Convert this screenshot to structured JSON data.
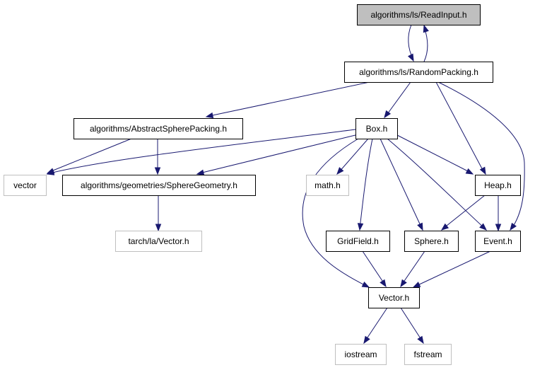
{
  "colors": {
    "edge": "#191970",
    "root_fill": "#bfbfbf",
    "node_border": "#000000",
    "external_border": "#bfbfbf",
    "node_fill": "#ffffff",
    "label": "#000000"
  },
  "nodes": [
    {
      "id": "readinput",
      "label": "algorithms/ls/ReadInput.h",
      "kind": "root"
    },
    {
      "id": "randompacking",
      "label": "algorithms/ls/RandomPacking.h",
      "kind": "internal"
    },
    {
      "id": "abstractspherepacking",
      "label": "algorithms/AbstractSpherePacking.h",
      "kind": "internal"
    },
    {
      "id": "box",
      "label": "Box.h",
      "kind": "internal"
    },
    {
      "id": "vector_std",
      "label": "vector",
      "kind": "external"
    },
    {
      "id": "spheregeometry",
      "label": "algorithms/geometries/SphereGeometry.h",
      "kind": "internal"
    },
    {
      "id": "math",
      "label": "math.h",
      "kind": "external"
    },
    {
      "id": "heap",
      "label": "Heap.h",
      "kind": "internal"
    },
    {
      "id": "tarch_vector",
      "label": "tarch/la/Vector.h",
      "kind": "external"
    },
    {
      "id": "gridfield",
      "label": "GridField.h",
      "kind": "internal"
    },
    {
      "id": "sphere",
      "label": "Sphere.h",
      "kind": "internal"
    },
    {
      "id": "event",
      "label": "Event.h",
      "kind": "internal"
    },
    {
      "id": "vectorh",
      "label": "Vector.h",
      "kind": "internal"
    },
    {
      "id": "iostream",
      "label": "iostream",
      "kind": "external"
    },
    {
      "id": "fstream",
      "label": "fstream",
      "kind": "external"
    }
  ],
  "edges": [
    {
      "from": "readinput",
      "to": "randompacking"
    },
    {
      "from": "randompacking",
      "to": "readinput"
    },
    {
      "from": "randompacking",
      "to": "abstractspherepacking"
    },
    {
      "from": "randompacking",
      "to": "box"
    },
    {
      "from": "randompacking",
      "to": "heap"
    },
    {
      "from": "randompacking",
      "to": "event"
    },
    {
      "from": "abstractspherepacking",
      "to": "vector_std"
    },
    {
      "from": "abstractspherepacking",
      "to": "spheregeometry"
    },
    {
      "from": "box",
      "to": "vector_std"
    },
    {
      "from": "box",
      "to": "spheregeometry"
    },
    {
      "from": "box",
      "to": "math"
    },
    {
      "from": "box",
      "to": "gridfield"
    },
    {
      "from": "box",
      "to": "sphere"
    },
    {
      "from": "box",
      "to": "heap"
    },
    {
      "from": "box",
      "to": "event"
    },
    {
      "from": "box",
      "to": "vectorh"
    },
    {
      "from": "spheregeometry",
      "to": "tarch_vector"
    },
    {
      "from": "heap",
      "to": "sphere"
    },
    {
      "from": "heap",
      "to": "event"
    },
    {
      "from": "gridfield",
      "to": "vectorh"
    },
    {
      "from": "sphere",
      "to": "vectorh"
    },
    {
      "from": "event",
      "to": "vectorh"
    },
    {
      "from": "vectorh",
      "to": "iostream"
    },
    {
      "from": "vectorh",
      "to": "fstream"
    }
  ]
}
